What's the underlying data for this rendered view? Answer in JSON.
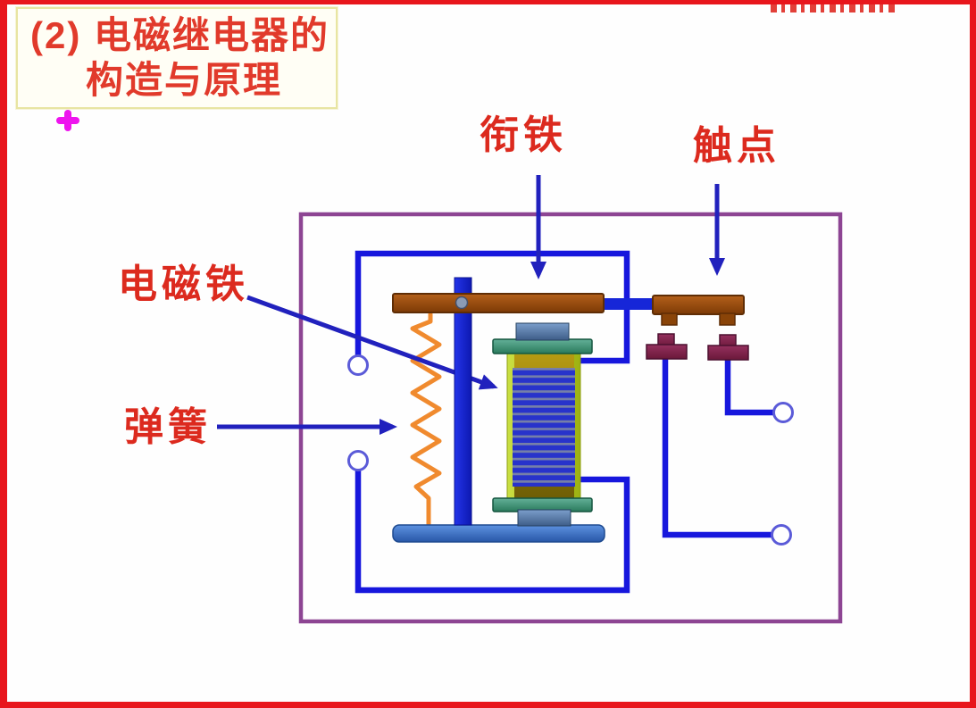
{
  "slide": {
    "title_line1": "(2) 电磁继电器的",
    "title_line2": "构造与原理"
  },
  "labels": {
    "armature": "衔铁",
    "contact": "触点",
    "electromagnet": "电磁铁",
    "spring": "弹簧"
  },
  "diagram": {
    "type": "electromagnetic-relay-structure-schematic",
    "parts": [
      "armature-bar",
      "contact-points",
      "electromagnet-coil",
      "return-spring",
      "pivot-post",
      "base-plate",
      "coil-circuit-terminals",
      "contact-circuit-terminals"
    ],
    "terminal_count": 4
  },
  "colors": {
    "outer_border_red": "#e8161c",
    "title_text_red": "#e13a2b",
    "label_text_red": "#dc2a1e",
    "wire_blue": "#1717dd",
    "arrow_navy": "#2121bd",
    "frame_purple": "#8d4593",
    "spring_orange": "#f08a2e",
    "armature_brown": "#9c4a08",
    "contact_maroon": "#7d2148",
    "coil_shell_yellow_green": "#bcd029",
    "plus_marker_magenta": "#ee14ee"
  }
}
